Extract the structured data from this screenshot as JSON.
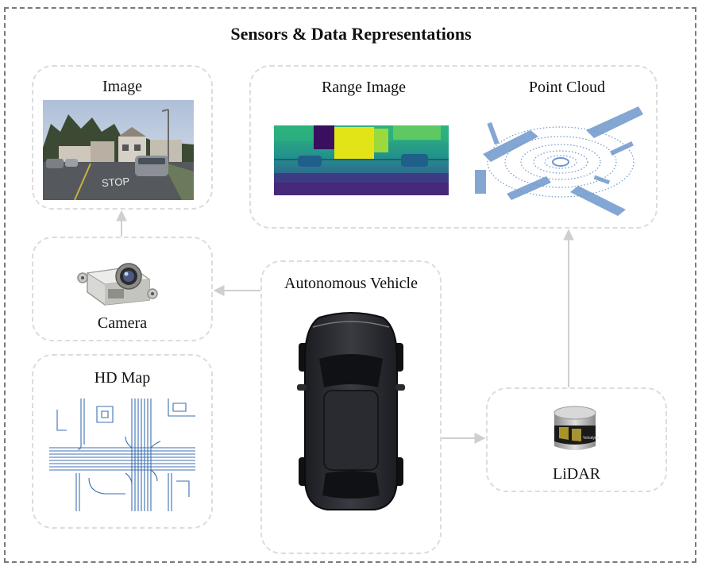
{
  "title": "Sensors & Data Representations",
  "nodes": {
    "image": "Image",
    "range_image": "Range Image",
    "point_cloud": "Point Cloud",
    "camera": "Camera",
    "vehicle": "Autonomous Vehicle",
    "hd_map": "HD Map",
    "lidar": "LiDAR"
  },
  "image_sign": "STOP",
  "lidar_brand": "Velodyne",
  "colors": {
    "map_line": "#3d6fb0",
    "point_cloud": "#6f97cc",
    "arrow": "#cfcfcf",
    "box_border": "#dcdcdc"
  }
}
